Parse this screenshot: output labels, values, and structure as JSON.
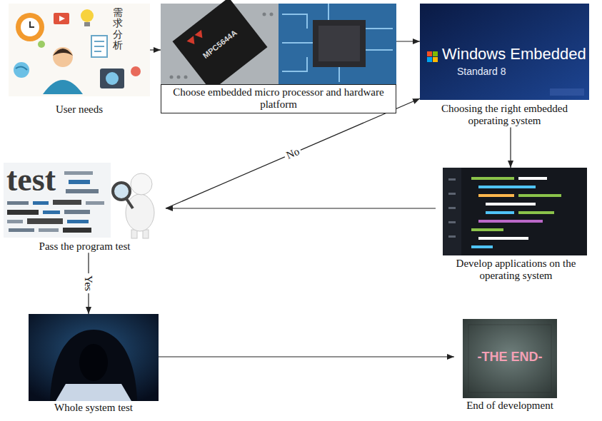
{
  "diagram": {
    "nodes": [
      {
        "text": [
          "User needs"
        ]
      },
      {
        "text": [
          "Choose embedded micro processor and hardware platform"
        ]
      },
      {
        "text": [
          "Choosing the right embedded operating system"
        ]
      },
      {
        "text": [
          "Pass the program test"
        ]
      },
      {
        "text": [
          "Develop applications on the operating system"
        ]
      },
      {
        "text": [
          "Whole system test"
        ]
      },
      {
        "text": [
          "End of development"
        ]
      }
    ],
    "edges": [
      {
        "from": 0,
        "to": 1,
        "arrow": "to"
      },
      {
        "from": 1,
        "to": 2,
        "arrow": "to"
      },
      {
        "from": 2,
        "to": 4,
        "arrow": "to"
      },
      {
        "from": 4,
        "to": 3,
        "arrow": "to"
      },
      {
        "from": 3,
        "to": 2,
        "label": "No",
        "arrow": "to"
      },
      {
        "from": 3,
        "to": 5,
        "label": "Yes",
        "arrow": "to"
      },
      {
        "from": 5,
        "to": 6,
        "arrow": "to"
      }
    ],
    "labels": [
      "需求分析",
      "MPC5644A",
      "Windows Embedded",
      "Standard 8",
      "test",
      "-THE END-"
    ]
  }
}
